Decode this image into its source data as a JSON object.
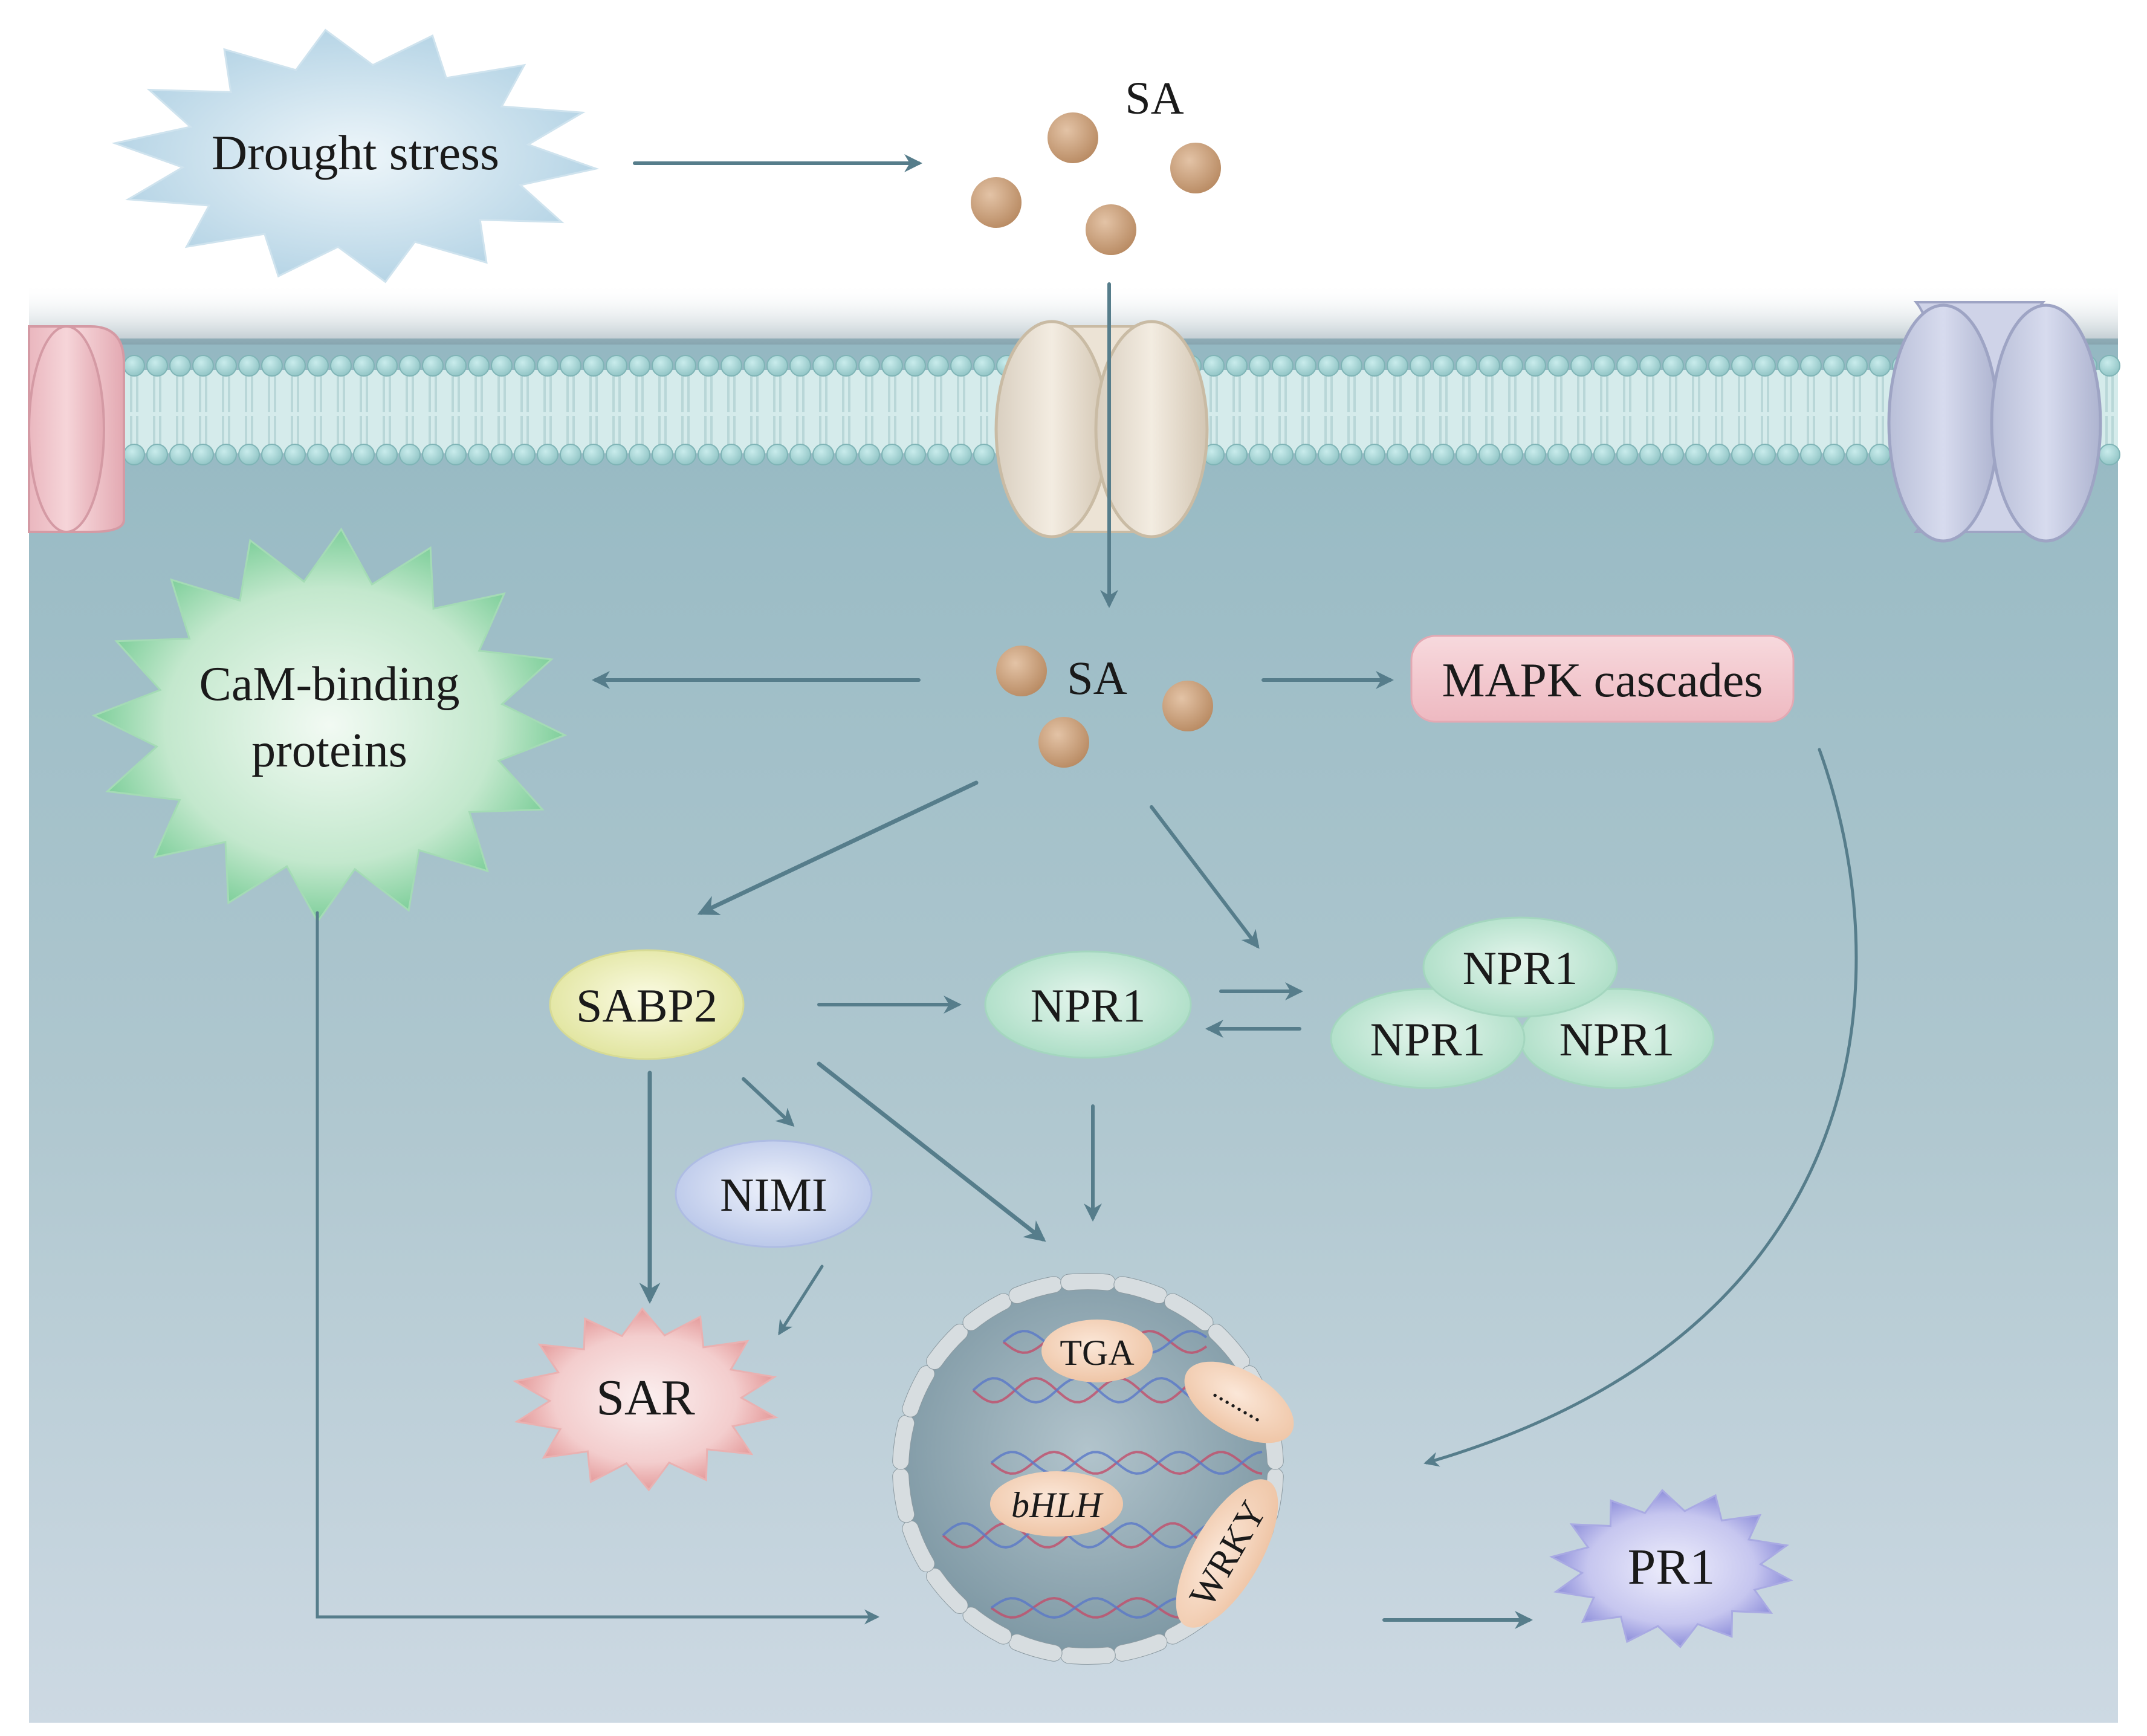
{
  "labels": {
    "drought_stress": "Drought stress",
    "sa_top": "SA",
    "sa_mid": "SA",
    "cam_line1": "CaM-binding",
    "cam_line2": "proteins",
    "mapk": "MAPK cascades",
    "sabp2": "SABP2",
    "npr1_mono": "NPR1",
    "npr1_a": "NPR1",
    "npr1_b": "NPR1",
    "npr1_c": "NPR1",
    "nimi": "NIMI",
    "sar": "SAR",
    "tga": "TGA",
    "dots": "........",
    "bhlh": "bHLH",
    "wrky": "WRKY",
    "pr1": "PR1"
  },
  "colors": {
    "cytoplasm": "#a9c4cc",
    "arrow": "#567d8b",
    "membrane_head": "#a3d0d0",
    "sa_particle": "#c8a07e",
    "drought_star": "#dcebf3",
    "cam_star": "#bfe3c8",
    "sar_star": "#f1c9c9",
    "pr1_star": "#c9c9ef",
    "mapk_box": "#f2c9cf",
    "sabp2": "#eef0b6",
    "npr1": "#c4e6d6",
    "nimi": "#cfd8ee",
    "nucleus": "#8fa7b2",
    "tf_oval": "#f5d2b8"
  }
}
